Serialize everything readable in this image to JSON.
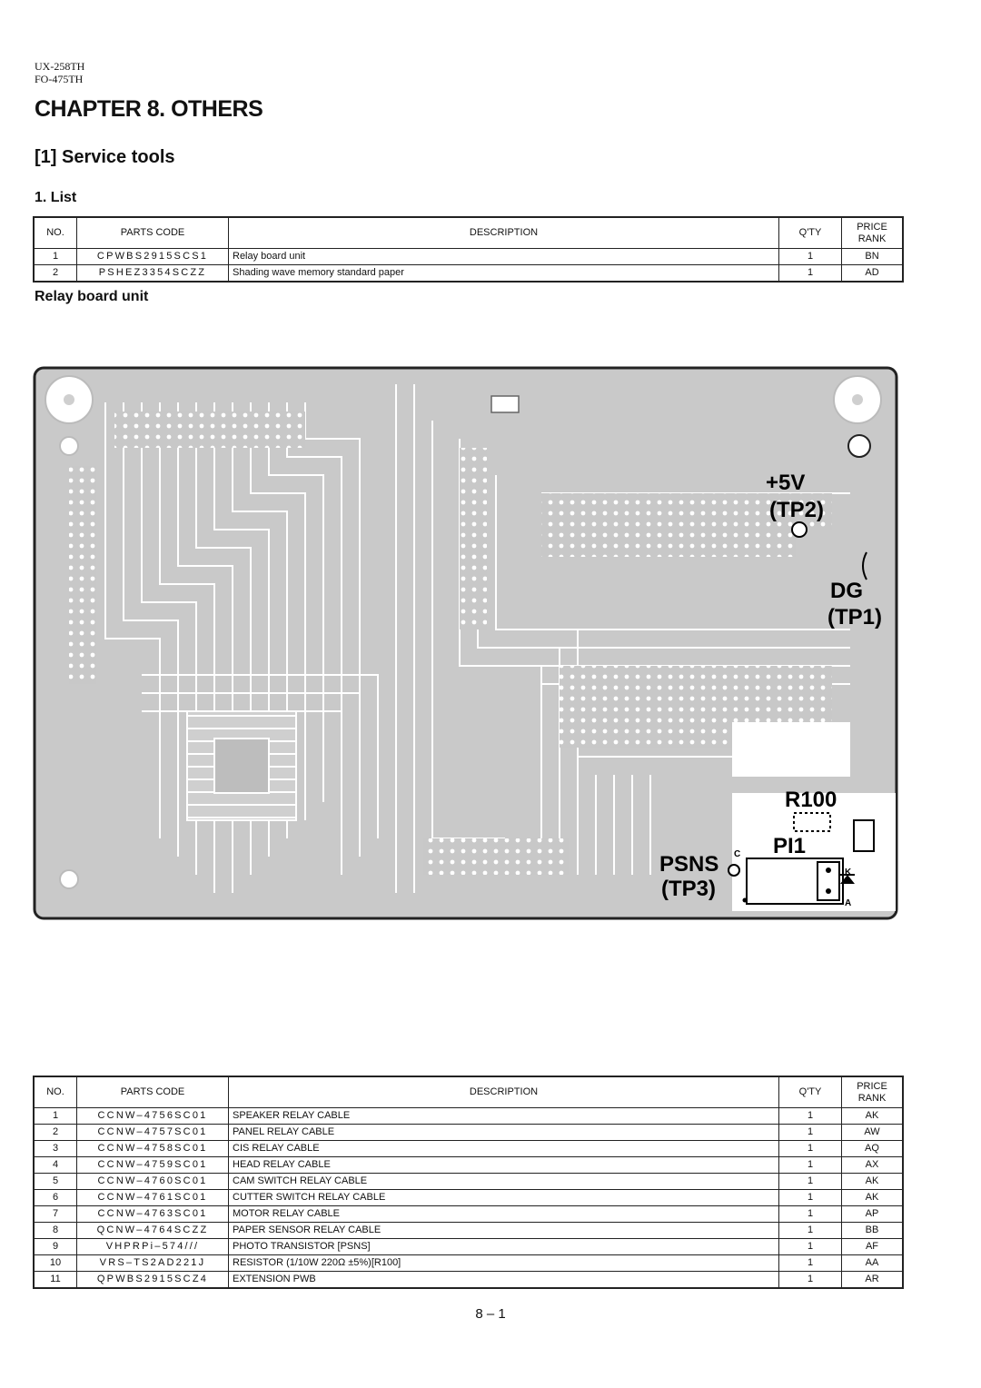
{
  "header": {
    "model_1": "UX-258TH",
    "model_2": "FO-475TH"
  },
  "chapter_title": "CHAPTER 8. OTHERS",
  "section_title": "[1] Service tools",
  "subsection_title": "1. List",
  "columns": {
    "no": "NO.",
    "parts_code": "PARTS CODE",
    "description": "DESCRIPTION",
    "qty": "Q'TY",
    "price_rank_1": "PRICE",
    "price_rank_2": "RANK"
  },
  "tools_table": [
    {
      "no": "1",
      "code": "CPWBS2915SCS1",
      "desc": "Relay board unit",
      "qty": "1",
      "rank": "BN"
    },
    {
      "no": "2",
      "code": "PSHEZ3354SCZZ",
      "desc": "Shading wave memory standard paper",
      "qty": "1",
      "rank": "AD"
    }
  ],
  "relay_caption": "Relay board unit",
  "pcb_labels": {
    "plus5v": "+5V",
    "tp2": "(TP2)",
    "dg": "DG",
    "tp1": "(TP1)",
    "r100": "R100",
    "pi1": "PI1",
    "psns": "PSNS",
    "tp3": "(TP3)",
    "pin_c": "C",
    "pin_k": "K",
    "pin_a": "A"
  },
  "relay_table": [
    {
      "no": "1",
      "code": "CCNW–4756SC01",
      "desc": "SPEAKER RELAY CABLE",
      "qty": "1",
      "rank": "AK"
    },
    {
      "no": "2",
      "code": "CCNW–4757SC01",
      "desc": "PANEL RELAY CABLE",
      "qty": "1",
      "rank": "AW"
    },
    {
      "no": "3",
      "code": "CCNW–4758SC01",
      "desc": "CIS RELAY CABLE",
      "qty": "1",
      "rank": "AQ"
    },
    {
      "no": "4",
      "code": "CCNW–4759SC01",
      "desc": "HEAD RELAY CABLE",
      "qty": "1",
      "rank": "AX"
    },
    {
      "no": "5",
      "code": "CCNW–4760SC01",
      "desc": "CAM SWITCH RELAY CABLE",
      "qty": "1",
      "rank": "AK"
    },
    {
      "no": "6",
      "code": "CCNW–4761SC01",
      "desc": "CUTTER SWITCH RELAY CABLE",
      "qty": "1",
      "rank": "AK"
    },
    {
      "no": "7",
      "code": "CCNW–4763SC01",
      "desc": "MOTOR RELAY CABLE",
      "qty": "1",
      "rank": "AP"
    },
    {
      "no": "8",
      "code": "QCNW–4764SCZZ",
      "desc": "PAPER SENSOR RELAY CABLE",
      "qty": "1",
      "rank": "BB"
    },
    {
      "no": "9",
      "code": "VHPRPi–574///",
      "desc": "PHOTO TRANSISTOR [PSNS]",
      "qty": "1",
      "rank": "AF"
    },
    {
      "no": "10",
      "code": "VRS–TS2AD221J",
      "desc": "RESISTOR (1/10W 220Ω ±5%)[R100]",
      "qty": "1",
      "rank": "AA"
    },
    {
      "no": "11",
      "code": "QPWBS2915SCZ4",
      "desc": "EXTENSION PWB",
      "qty": "1",
      "rank": "AR"
    }
  ],
  "page_number": "8 – 1"
}
